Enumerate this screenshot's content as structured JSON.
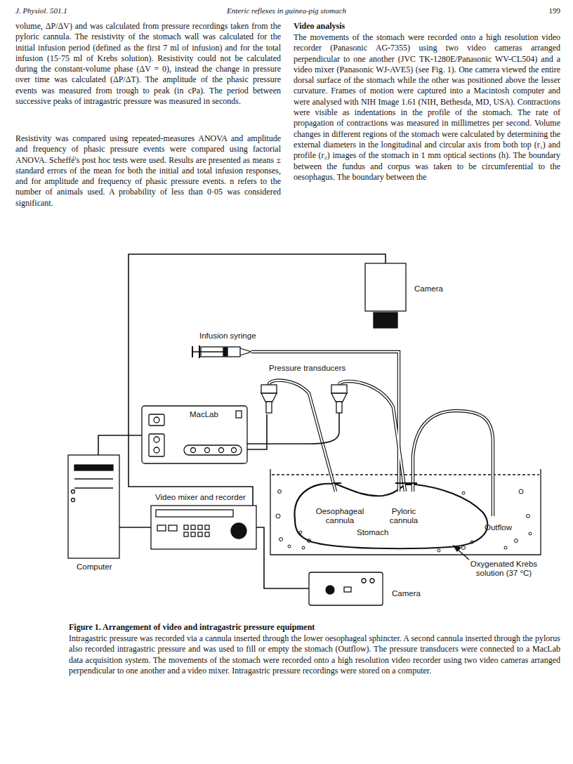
{
  "diagram": {
    "title": "Figure 1. Arrangement of video and intragastric pressure equipment",
    "caption": "Intragastric pressure was recorded via a cannula inserted through the lower oesophageal sphincter. A second cannula inserted through the pylorus also recorded intragastric pressure and was used to fill or empty the stomach (Outflow). The pressure transducers were connected to a MacLab data acquisition system. The movements of the stomach were recorded onto a high resolution video recorder using two video cameras arranged perpendicular to one another and a video mixer. Intragastric pressure recordings were stored on a computer.",
    "nodes": [
      {
        "text": [
          "Camera"
        ]
      },
      {
        "text": [
          "Infusion syringe"
        ]
      },
      {
        "text": [
          "Pressure transducers"
        ]
      },
      {
        "text": [
          "MacLab"
        ]
      },
      {
        "text": [
          "Computer"
        ]
      },
      {
        "text": [
          "Video mixer and recorder"
        ]
      },
      {
        "text": [
          "Stomach"
        ]
      },
      {
        "text": [
          "Oesophageal cannula"
        ],
        "in": 6
      },
      {
        "text": [
          "Pyloric cannula"
        ],
        "in": 6
      },
      {
        "text": [
          "Outflow"
        ]
      },
      {
        "text": [
          "Oxygenated Krebs solution (37 °C)"
        ]
      },
      {
        "text": [
          "Camera"
        ]
      }
    ],
    "edges": [
      {
        "from": 0,
        "to": 5,
        "arrow": "none"
      },
      {
        "from": 11,
        "to": 5,
        "arrow": "none"
      },
      {
        "from": 5,
        "to": 4,
        "arrow": "none"
      },
      {
        "from": 3,
        "to": 4,
        "arrow": "none"
      },
      {
        "from": 2,
        "to": 3,
        "arrow": "none"
      }
    ],
    "labels": [
      "J. Physiol. 501.1",
      "Enteric reflexes in guinea-pig stomach",
      "199",
      "volume, ΔP/ΔV) and was calculated from pressure recordings taken from the pyloric cannula. The resistivity of the stomach wall was calculated for the initial infusion period (defined as the first 7 ml of infusion) and for the total infusion (15·75 ml of Krebs solution). Resistivity could not be calculated during the constant-volume phase (ΔV = 0), instead the change in pressure over time was calculated (ΔP/ΔT). The amplitude of the phasic pressure events was measured from trough to peak (in cPa). The period between successive peaks of intragastric pressure was measured in seconds.",
      "Resistivity was compared using repeated-measures ANOVA and amplitude and frequency of phasic pressure events were compared using factorial ANOVA. Scheffé's post hoc tests were used. Results are presented as means ± standard errors of the mean for both the initial and total infusion responses, and for amplitude and frequency of phasic pressure events. n refers to the number of animals used. A probability of less than 0·05 was considered significant.",
      "Video analysis",
      "The movements of the stomach were recorded onto a high resolution video recorder (Panasonic AG-7355) using two video cameras arranged perpendicular to one another (JVC TK-1280E/Panasonic WV-CL504) and a video mixer (Panasonic WJ-AVE5) (see Fig. 1). One camera viewed the entire dorsal surface of the stomach while the other was positioned above the lesser curvature. Frames of motion were captured into a Macintosh computer and were analysed with NIH Image 1.61 (NIH, Bethesda, MD, USA). Contractions were visible as indentations in the profile of the stomach. The rate of propagation of contractions was measured in millimetres per second. Volume changes in different regions of the stomach were calculated by determining the external diameters in the longitudinal and circular axis from both top (r₁) and profile (r₂) images of the stomach in 1 mm optical sections (h). The boundary between the fundus and corpus was taken to be circumferential to the oesophagus. The boundary between the"
    ]
  }
}
